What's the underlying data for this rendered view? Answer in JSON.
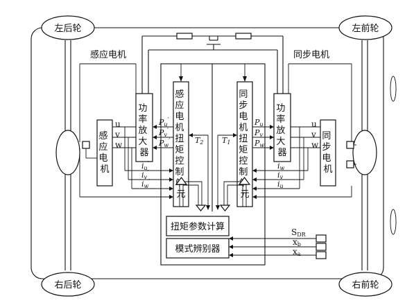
{
  "wheels": {
    "rear_left": "左后轮",
    "front_left": "左前轮",
    "rear_right": "右后轮",
    "front_right": "右前轮"
  },
  "motors": {
    "induction_label": "感应电机",
    "synchronous_label": "同步电机",
    "induction_box": "感应电机",
    "synchronous_box": "同步电机"
  },
  "amplifiers": {
    "left": "功率放大器",
    "right": "功率放大器"
  },
  "control_units": {
    "left": "感应电机扭矩控制单元",
    "right": "同步电机扭矩控制单元"
  },
  "central": {
    "param_calc": "扭矩参数计算",
    "mode_detector": "模式辨别器"
  },
  "phases": [
    "u",
    "v",
    "w"
  ],
  "signals": {
    "left_p": [
      "P",
      "P",
      "P"
    ],
    "left_p_sub": [
      "u",
      "v",
      "w"
    ],
    "right_p": [
      "P",
      "P",
      "P"
    ],
    "right_p_sub": [
      "u",
      "v",
      "w"
    ],
    "left_i": [
      "i",
      "i",
      "i"
    ],
    "left_i_sub": [
      "u",
      "v",
      "w"
    ],
    "right_i": [
      "i",
      "i",
      "i"
    ],
    "right_i_sub": [
      "w",
      "v",
      "u"
    ],
    "t2": "T",
    "t2_sub": "2",
    "t1": "T",
    "t1_sub": "1"
  },
  "inputs": {
    "sdr": "S",
    "sdr_sub": "DR",
    "xb": "x",
    "xb_sub": "b",
    "xa": "x",
    "xa_sub": "a"
  }
}
